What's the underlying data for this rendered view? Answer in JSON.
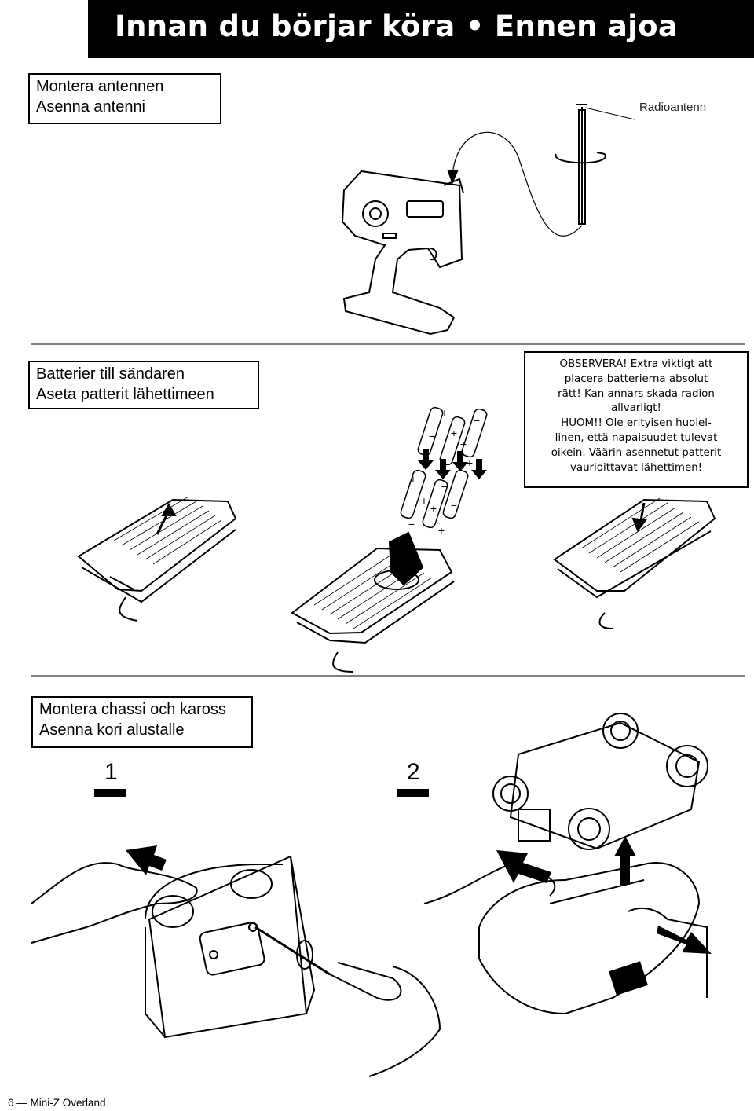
{
  "header": {
    "title": "Innan du börjar köra • Ennen ajoa"
  },
  "sections": {
    "antenna": {
      "line1": "Montera antennen",
      "line2": "Asenna antenni",
      "callout": "Radioantenn"
    },
    "batteries": {
      "line1": "Batterier till sändaren",
      "line2": "Aseta patterit lähettimeen"
    },
    "chassis": {
      "line1": "Montera chassi och kaross",
      "line2": "Asenna kori alustalle",
      "step1": "1",
      "step2": "2"
    }
  },
  "note": {
    "lines": [
      "OBSERVERA! Extra viktigt att",
      "placera batterierna absolut",
      "rätt! Kan annars skada radion",
      "allvarligt!",
      "HUOM!! Ole erityisen huolel-",
      "linen, että napaisuudet tulevat",
      "oikein. Väärin asennetut patterit",
      "vaurioittavat lähettimen!"
    ]
  },
  "battery_symbols": {
    "plus": "+",
    "minus": "−"
  },
  "footer": {
    "page": "6",
    "product": "Mini-Z Overland"
  },
  "colors": {
    "header_bg": "#000000",
    "header_text": "#ffffff"
  }
}
